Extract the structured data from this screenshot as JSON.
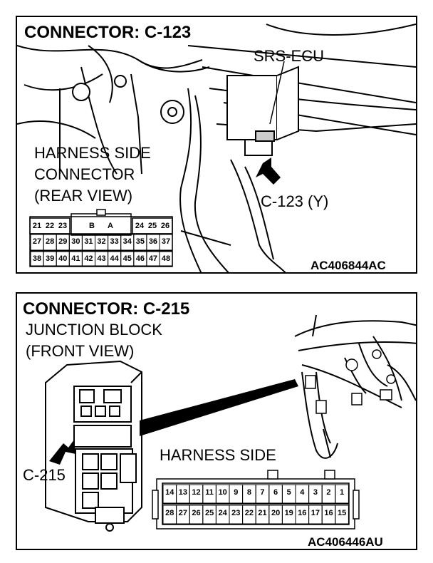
{
  "panels": [
    {
      "title": "CONNECTOR: C-123",
      "component_label": "SRS-ECU",
      "view_lines": [
        "HARNESS SIDE",
        "CONNECTOR",
        "(REAR VIEW)"
      ],
      "callout": "C-123 (Y)",
      "code": "AC406844AC",
      "pin_top_left": [
        "21",
        "22",
        "23"
      ],
      "pin_top_mid": [
        "B",
        "A"
      ],
      "pin_top_right": [
        "24",
        "25",
        "26"
      ],
      "pin_row2": [
        "27",
        "28",
        "29",
        "30",
        "31",
        "32",
        "33",
        "34",
        "35",
        "36",
        "37"
      ],
      "pin_row3": [
        "38",
        "39",
        "40",
        "41",
        "42",
        "43",
        "44",
        "45",
        "46",
        "47",
        "48"
      ]
    },
    {
      "title": "CONNECTOR: C-215",
      "view_lines": [
        "JUNCTION BLOCK",
        "(FRONT VIEW)"
      ],
      "harness_label": "HARNESS SIDE",
      "callout": "C-215",
      "code": "AC406446AU",
      "pin_row1": [
        "14",
        "13",
        "12",
        "11",
        "10",
        "9",
        "8",
        "7",
        "6",
        "5",
        "4",
        "3",
        "2",
        "1"
      ],
      "pin_row2": [
        "28",
        "27",
        "26",
        "25",
        "24",
        "23",
        "22",
        "21",
        "20",
        "19",
        "16",
        "17",
        "16",
        "15"
      ]
    }
  ]
}
